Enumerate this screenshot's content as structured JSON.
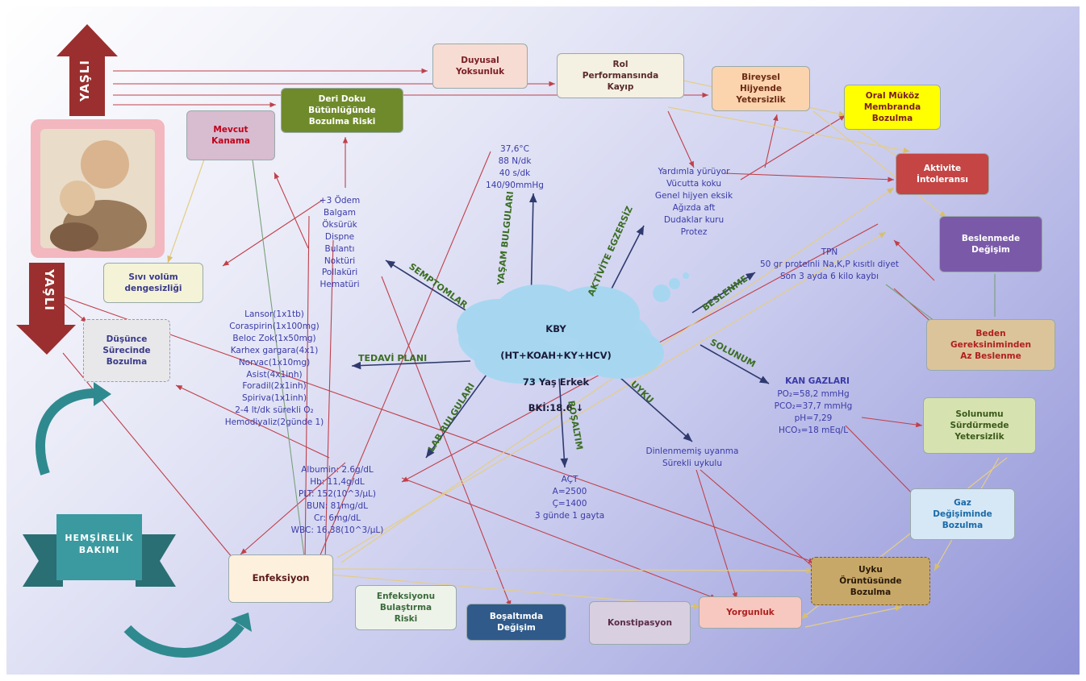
{
  "center": {
    "line1": "KBY",
    "line2": "(HT+KOAH+KY+HCV)",
    "line3": "73 Yaş Erkek",
    "line4": "BKİ:18.6 ↓"
  },
  "age_label_top": "YAŞLI",
  "age_label_bottom": "YAŞLI",
  "ribbon_label": "HEMŞİRELİK\nBAKIMI",
  "branches": {
    "yasam": "YAŞAM BULGULARI",
    "aktivite": "AKTİVİTE EGZERSİZ",
    "semptomlar": "SEMPTOMLAR",
    "beslenme": "BESLENME",
    "tedavi": "TEDAVİ PLANI",
    "solunum": "SOLUNUM",
    "lab": "LAB BULGULARI",
    "bosaltim": "BOŞALTIM",
    "uyku": "UYKU"
  },
  "texts": {
    "vitals": "37,6°C\n88 N/dk\n40 s/dk\n140/90mmHg",
    "aktivite": "Yardımla yürüyor\nVücutta koku\nGenel hijyen eksik\nAğızda aft\nDudaklar kuru\nProtez",
    "semptom": "+3 Ödem\nBalgam\nÖksürük\nDispne\nBulantı\nNoktüri\nPollaküri\nHematüri",
    "beslenme": "TPN\n50 gr proteinli Na,K,P kısıtlı diyet\nSon 3 ayda 6 kilo kaybı",
    "tedavi": "Lansor(1x1tb)\nCoraspirin(1x100mg)\nBeloc Zok(1x50mg)\nKarhex gargara(4x1)\nNorvac(1x10mg)\nAsist(4x1inh)\nForadil(2x1inh)\nSpiriva(1x1inh)\n2-4 lt/dk sürekli O₂\nHemodiyaliz(2günde 1)",
    "solunum_title": "KAN GAZLARI",
    "solunum": "PO₂=58,2 mmHg\nPCO₂=37,7 mmHg\npH=7,29\nHCO₃=18 mEq/L",
    "lab": "Albumin: 2.6g/dL\nHb: 11,4g/dL\nPLT: 152(10^3/µL)\nBUN: 81mg/dL\nCr: 6mg/dL\nWBC: 16,38(10^3/µL)",
    "bosaltim": "AÇT\nA=2500\nÇ=1400\n3 günde 1 gayta",
    "uyku": "Dinlenmemiş uyanma\nSürekli uykulu"
  },
  "boxes": {
    "duyusal": "Duyusal\nYoksunluk",
    "rol": "Rol\nPerformansında\nKayıp",
    "bireysel": "Bireysel\nHijyende\nYetersizlik",
    "oral": "Oral Müköz\nMembranda\nBozulma",
    "deri": "Deri Doku\nBütünlüğünde\nBozulma Riski",
    "kanama": "Mevcut\nKanama",
    "aktivite": "Aktivite\nİntoleransı",
    "besdeg": "Beslenmede\nDeğişim",
    "sivi": "Sıvı volüm\ndengesizliği",
    "dusunce": "Düşünce\nSürecinde\nBozulma",
    "beden": "Beden\nGereksiniminden\nAz Beslenme",
    "solsur": "Solunumu\nSürdürmede\nYetersizlik",
    "gaz": "Gaz\nDeğişiminde\nBozulma",
    "uykuor": "Uyku\nÖrüntüsünde\nBozulma",
    "enfeksiyon": "Enfeksiyon",
    "bulastirma": "Enfeksiyonu\nBulaştırma\nRiski",
    "bosdeg": "Boşaltımda\nDeğişim",
    "konst": "Konstipasyon",
    "yorgun": "Yorgunluk"
  },
  "colors": {
    "dark_red": "#9b2f2f",
    "link_red": "#c0404a",
    "link_yellow": "#e8d28a",
    "link_green": "#7aa07a",
    "navy": "#2f3a6e",
    "ribbon": "#2f8a8f",
    "cloud": "#a7d7f0"
  }
}
